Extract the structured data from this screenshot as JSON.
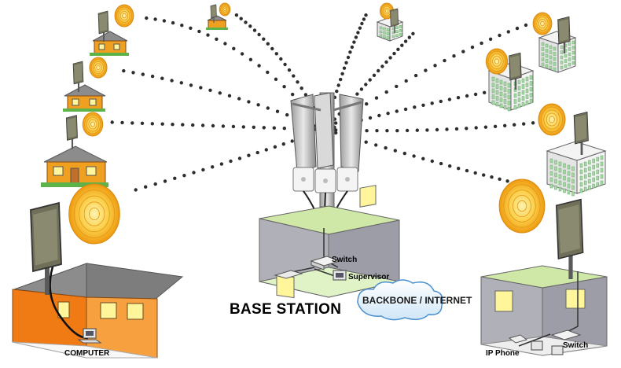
{
  "labels": {
    "base_station": "BASE STATION",
    "backbone": "BACKBONE / INTERNET",
    "switch_center": "Switch",
    "supervisor": "Supervisor",
    "computer": "COMPUTER",
    "ip_phone": "IP Phone",
    "switch_right": "Switch"
  },
  "colors": {
    "dot": "#2d2d2d",
    "signal_outer": "#f2a51a",
    "signal_inner": "#fde08a",
    "house_wall": "#f0a020",
    "house_roof": "#8c8c8c",
    "building": "#eeeeee",
    "window_green": "#a8d8a8",
    "room_wall": "#a9a9b3",
    "room_window": "#fff59a",
    "floor_green": "#d8f0b0",
    "big_house_wall": "#f07a14"
  },
  "icons": {
    "antenna": "panel-antenna-icon",
    "tower": "base-station-tower-icon",
    "cloud": "cloud-icon",
    "computer": "computer-icon",
    "phone": "ip-phone-icon",
    "switch": "network-switch-icon"
  }
}
